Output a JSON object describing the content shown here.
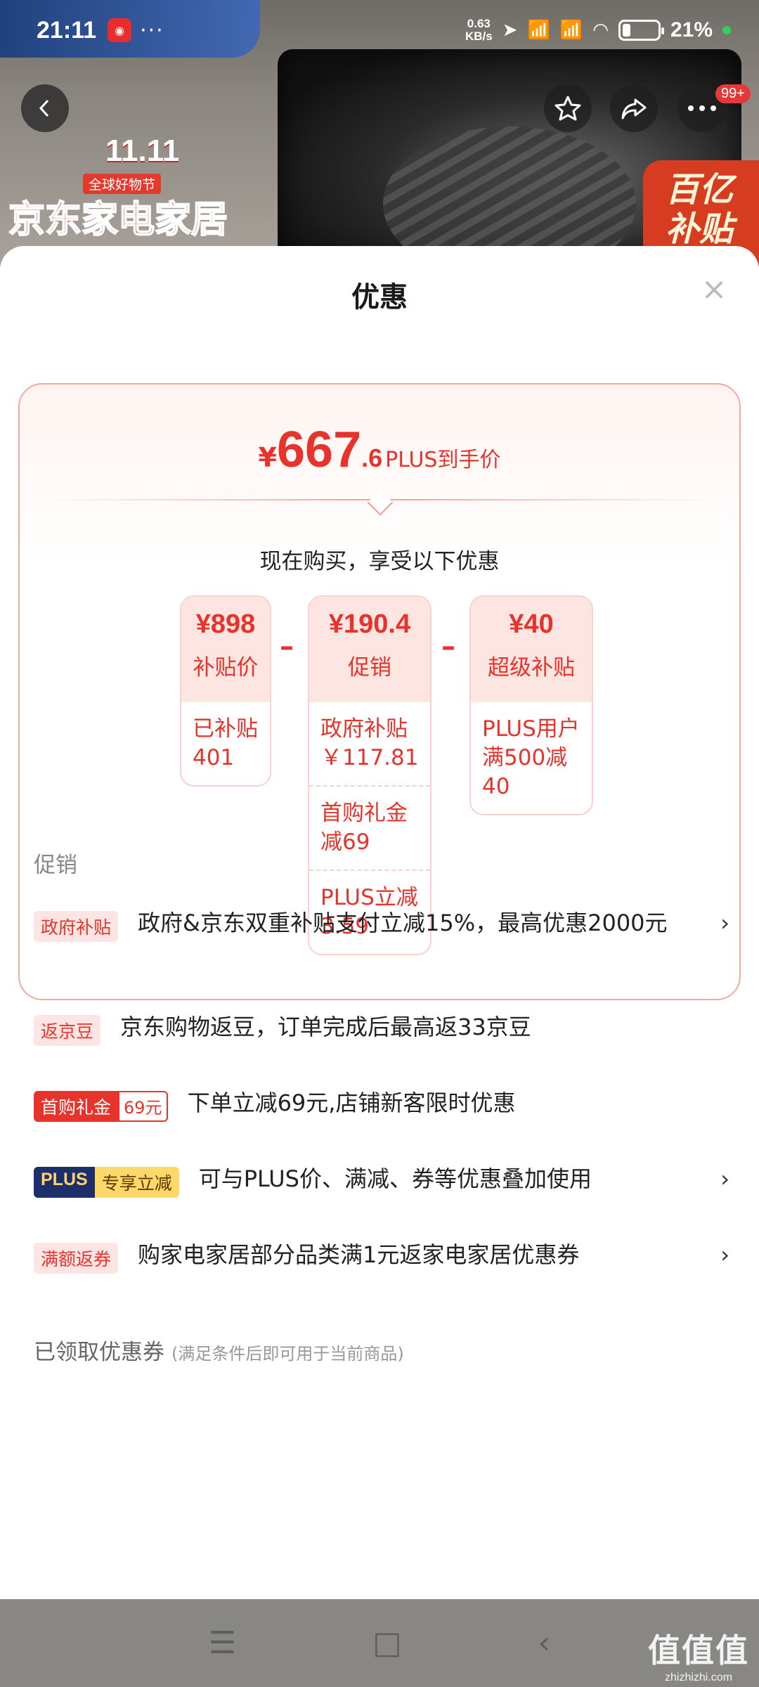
{
  "status_bar": {
    "time": "21:11",
    "net_speed_value": "0.63",
    "net_speed_unit": "KB/s",
    "battery_percent": "21%",
    "battery_level": 0.21
  },
  "header": {
    "more_badge": "99+"
  },
  "background": {
    "banner_title": "11.11",
    "banner_sub": "全球好物节",
    "banner_main": "京东家电家居",
    "badge_line1": "百亿",
    "badge_line2": "补贴"
  },
  "sheet": {
    "title": "优惠",
    "close_icon": "×"
  },
  "price_card": {
    "currency": "¥",
    "price_int": "667",
    "price_dec": ".6",
    "price_label": "PLUS到手价",
    "subtitle": "现在购买，享受以下优惠",
    "minus_sign": "–",
    "columns": [
      {
        "amount": "¥898",
        "name": "补贴价",
        "items": [
          "已补贴401"
        ]
      },
      {
        "amount": "¥190.4",
        "name": "促销",
        "items": [
          "政府补贴￥117.81",
          "首购礼金减69",
          "PLUS立减3.59"
        ]
      },
      {
        "amount": "¥40",
        "name": "超级补贴",
        "items": [
          "PLUS用户满500减40"
        ]
      }
    ]
  },
  "promotions": {
    "section_title": "促销",
    "rows": [
      {
        "tag": "政府补贴",
        "text": "政府&京东双重补贴支付立减15%，最高优惠2000元",
        "chevron": "›"
      },
      {
        "tag": "返京豆",
        "text": "京东购物返豆，订单完成后最高返33京豆"
      },
      {
        "tag": "首购礼金",
        "tag_value": "69元",
        "text": "下单立减69元,店铺新客限时优惠"
      },
      {
        "tag": "PLUS",
        "tag_value": "专享立减",
        "text": "可与PLUS价、满减、券等优惠叠加使用",
        "chevron": "›"
      },
      {
        "tag": "满额返券",
        "text": "购家电家居部分品类满1元返家电家居优惠券",
        "chevron": "›"
      }
    ],
    "next_section_title": "已领取优惠券",
    "next_section_note": "(满足条件后即可用于当前商品)"
  },
  "navbar": {
    "menu_icon": "☰",
    "home_icon": "□",
    "back_icon": "‹"
  },
  "watermark": {
    "big": "值值值",
    "small": "zhizhizhi.com"
  }
}
